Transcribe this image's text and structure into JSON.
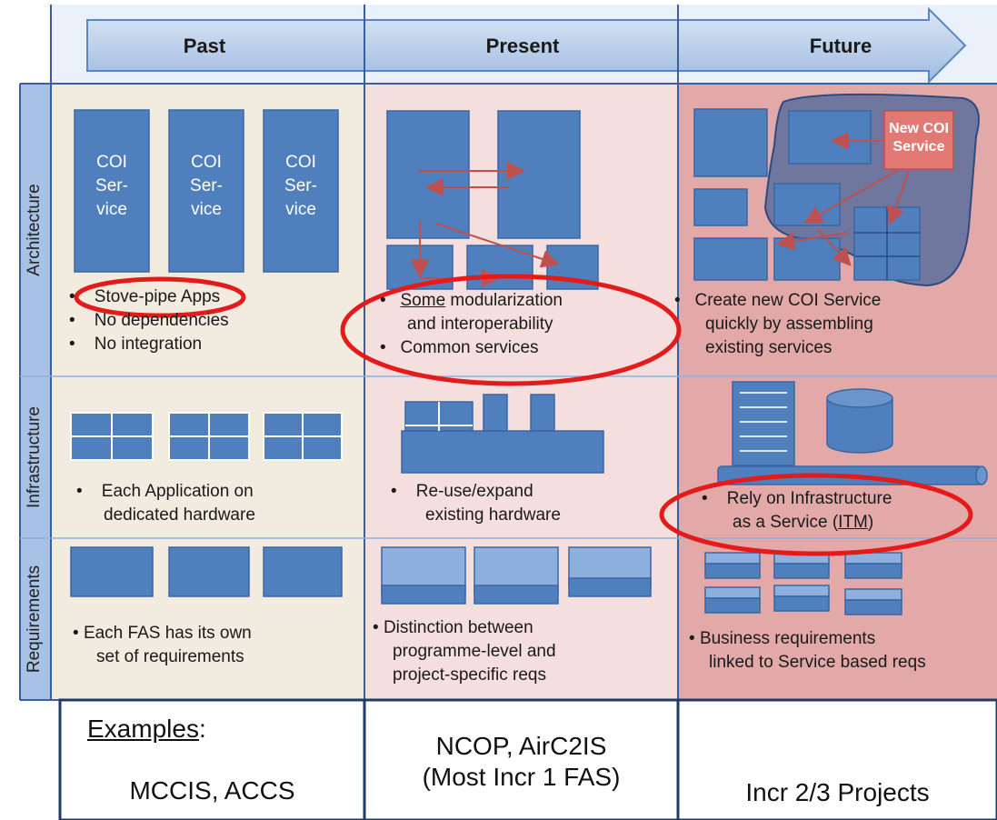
{
  "colors": {
    "past_bg": "#f1ecdf",
    "present_bg": "#f5dede",
    "future_bg": "#e3a9a9",
    "box_blue": "#4f7fbd",
    "highlight_red": "#e31b1b",
    "arrow_blue": "#a9c3e3",
    "row_label_bg": "#a7c2e4"
  },
  "header": {
    "past": "Past",
    "present": "Present",
    "future": "Future"
  },
  "row_labels": {
    "architecture": "Architecture",
    "infrastructure": "Infrastructure",
    "requirements": "Requirements"
  },
  "architecture": {
    "past_box_1": [
      "COI",
      "Ser-",
      "vice"
    ],
    "past_box_2": [
      "COI",
      "Ser-",
      "vice"
    ],
    "past_box_3": [
      "COI",
      "Ser-",
      "vice"
    ],
    "past_b1_circled": "Stove-pipe",
    "past_b1_rest": " Apps",
    "past_b2": "No dependencies",
    "past_b3": "No integration",
    "present_b1_underlined": "Some",
    "present_b1_rest": " modularization",
    "present_b1_line2": "and interoperability",
    "present_b2": "Common services",
    "future_new_label_1": "New COI",
    "future_new_label_2": "Service",
    "future_b1_line1": "Create new COI Service",
    "future_b1_line2": "quickly by assembling",
    "future_b1_line3": "existing services"
  },
  "infrastructure": {
    "past_line1": "Each Application on",
    "past_line2": "dedicated hardware",
    "present_line1": "Re-use/expand",
    "present_line2": "existing hardware",
    "future_line1": "Rely on Infrastructure",
    "future_line2_pre": "as a Service (",
    "future_line2_link": "ITM",
    "future_line2_post": ")"
  },
  "requirements": {
    "past_line1": "Each FAS has its own",
    "past_line2": "set of requirements",
    "present_line1": "Distinction between",
    "present_line2": "programme-level and",
    "present_line3": "project-specific reqs",
    "future_line1": "Business requirements",
    "future_line2": "linked to Service based reqs"
  },
  "examples": {
    "heading": "Examples",
    "colon": ":",
    "past": "MCCIS, ACCS",
    "present_line1": "NCOP, AirC2IS",
    "present_line2": "(Most Incr 1 FAS)",
    "future": "Incr 2/3 Projects"
  }
}
